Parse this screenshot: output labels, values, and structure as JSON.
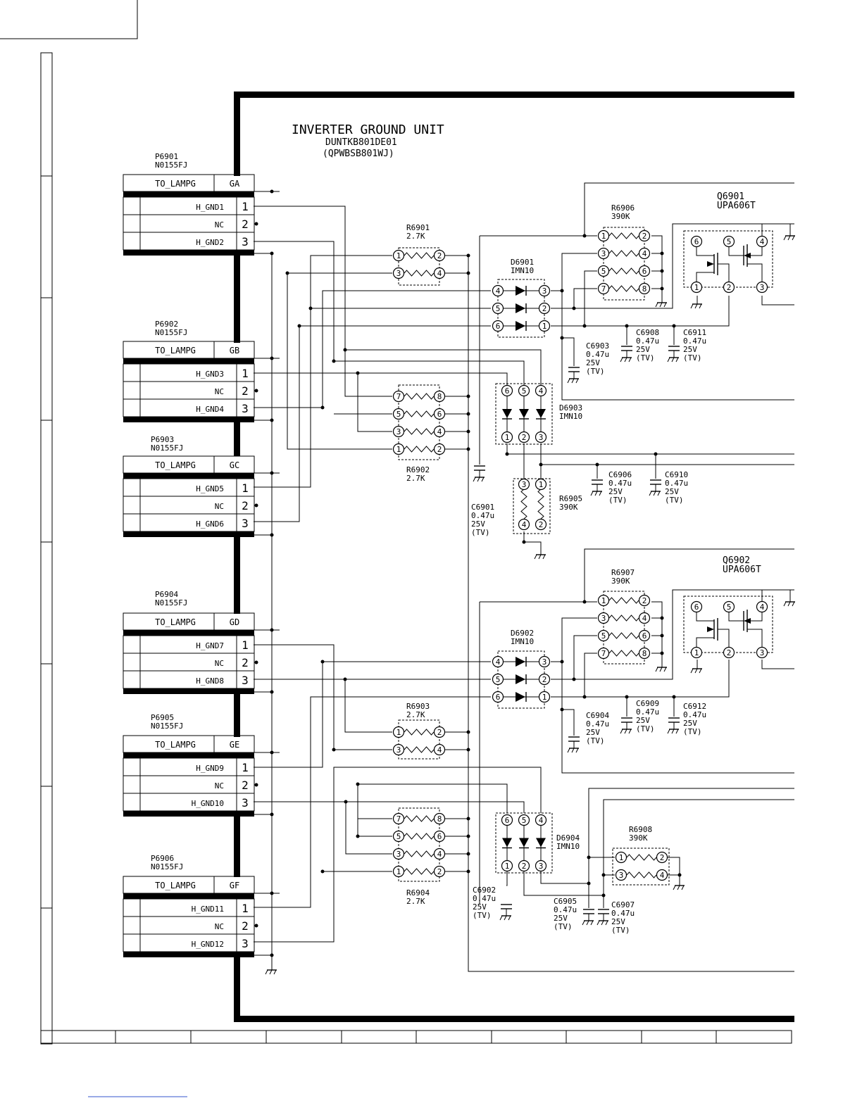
{
  "unit": {
    "title": "INVERTER GROUND UNIT",
    "part_number": "DUNTKB801DE01",
    "pwb": "(QPWBSB801WJ)"
  },
  "connectors": [
    {
      "ref": "P6901",
      "type": "N0155FJ",
      "dest": "TO_LAMPG",
      "code": "GA",
      "pins": [
        {
          "name": "H_GND1",
          "num": "1"
        },
        {
          "name": "NC",
          "num": "2"
        },
        {
          "name": "H_GND2",
          "num": "3"
        }
      ]
    },
    {
      "ref": "P6902",
      "type": "N0155FJ",
      "dest": "TO_LAMPG",
      "code": "GB",
      "pins": [
        {
          "name": "H_GND3",
          "num": "1"
        },
        {
          "name": "NC",
          "num": "2"
        },
        {
          "name": "H_GND4",
          "num": "3"
        }
      ]
    },
    {
      "ref": "P6903",
      "type": "N0155FJ",
      "dest": "TO_LAMPG",
      "code": "GC",
      "pins": [
        {
          "name": "H_GND5",
          "num": "1"
        },
        {
          "name": "NC",
          "num": "2"
        },
        {
          "name": "H_GND6",
          "num": "3"
        }
      ]
    },
    {
      "ref": "P6904",
      "type": "N0155FJ",
      "dest": "TO_LAMPG",
      "code": "GD",
      "pins": [
        {
          "name": "H_GND7",
          "num": "1"
        },
        {
          "name": "NC",
          "num": "2"
        },
        {
          "name": "H_GND8",
          "num": "3"
        }
      ]
    },
    {
      "ref": "P6905",
      "type": "N0155FJ",
      "dest": "TO_LAMPG",
      "code": "GE",
      "pins": [
        {
          "name": "H_GND9",
          "num": "1"
        },
        {
          "name": "NC",
          "num": "2"
        },
        {
          "name": "H_GND10",
          "num": "3"
        }
      ]
    },
    {
      "ref": "P6906",
      "type": "N0155FJ",
      "dest": "TO_LAMPG",
      "code": "GF",
      "pins": [
        {
          "name": "H_GND11",
          "num": "1"
        },
        {
          "name": "NC",
          "num": "2"
        },
        {
          "name": "H_GND12",
          "num": "3"
        }
      ]
    }
  ],
  "resistor_arrays": [
    {
      "ref": "R6901",
      "value": "2.7K"
    },
    {
      "ref": "R6902",
      "value": "2.7K"
    },
    {
      "ref": "R6903",
      "value": "2.7K"
    },
    {
      "ref": "R6904",
      "value": "2.7K"
    },
    {
      "ref": "R6905",
      "value": "390K"
    },
    {
      "ref": "R6906",
      "value": "390K"
    },
    {
      "ref": "R6907",
      "value": "390K"
    },
    {
      "ref": "R6908",
      "value": "390K"
    }
  ],
  "diodes": [
    {
      "ref": "D6901",
      "type": "IMN10"
    },
    {
      "ref": "D6902",
      "type": "IMN10"
    },
    {
      "ref": "D6903",
      "type": "IMN10"
    },
    {
      "ref": "D6904",
      "type": "IMN10"
    }
  ],
  "transistors": [
    {
      "ref": "Q6901",
      "type": "UPA606T"
    },
    {
      "ref": "Q6902",
      "type": "UPA606T"
    }
  ],
  "capacitors": [
    {
      "ref": "C6901",
      "value": "0.47u",
      "voltage": "25V",
      "note": "(TV)"
    },
    {
      "ref": "C6902",
      "value": "0.47u",
      "voltage": "25V",
      "note": "(TV)"
    },
    {
      "ref": "C6903",
      "value": "0.47u",
      "voltage": "25V",
      "note": "(TV)"
    },
    {
      "ref": "C6904",
      "value": "0.47u",
      "voltage": "25V",
      "note": "(TV)"
    },
    {
      "ref": "C6905",
      "value": "0.47u",
      "voltage": "25V",
      "note": "(TV)"
    },
    {
      "ref": "C6906",
      "value": "0.47u",
      "voltage": "25V",
      "note": "(TV)"
    },
    {
      "ref": "C6907",
      "value": "0.47u",
      "voltage": "25V",
      "note": "(TV)"
    },
    {
      "ref": "C6908",
      "value": "0.47u",
      "voltage": "25V",
      "note": "(TV)"
    },
    {
      "ref": "C6909",
      "value": "0.47u",
      "voltage": "25V",
      "note": "(TV)"
    },
    {
      "ref": "C6910",
      "value": "0.47u",
      "voltage": "25V",
      "note": "(TV)"
    },
    {
      "ref": "C6911",
      "value": "0.47u",
      "voltage": "25V",
      "note": "(TV)"
    },
    {
      "ref": "C6912",
      "value": "0.47u",
      "voltage": "25V",
      "note": "(TV)"
    }
  ],
  "array_pins": [
    "1",
    "2",
    "3",
    "4",
    "5",
    "6",
    "7",
    "8"
  ]
}
